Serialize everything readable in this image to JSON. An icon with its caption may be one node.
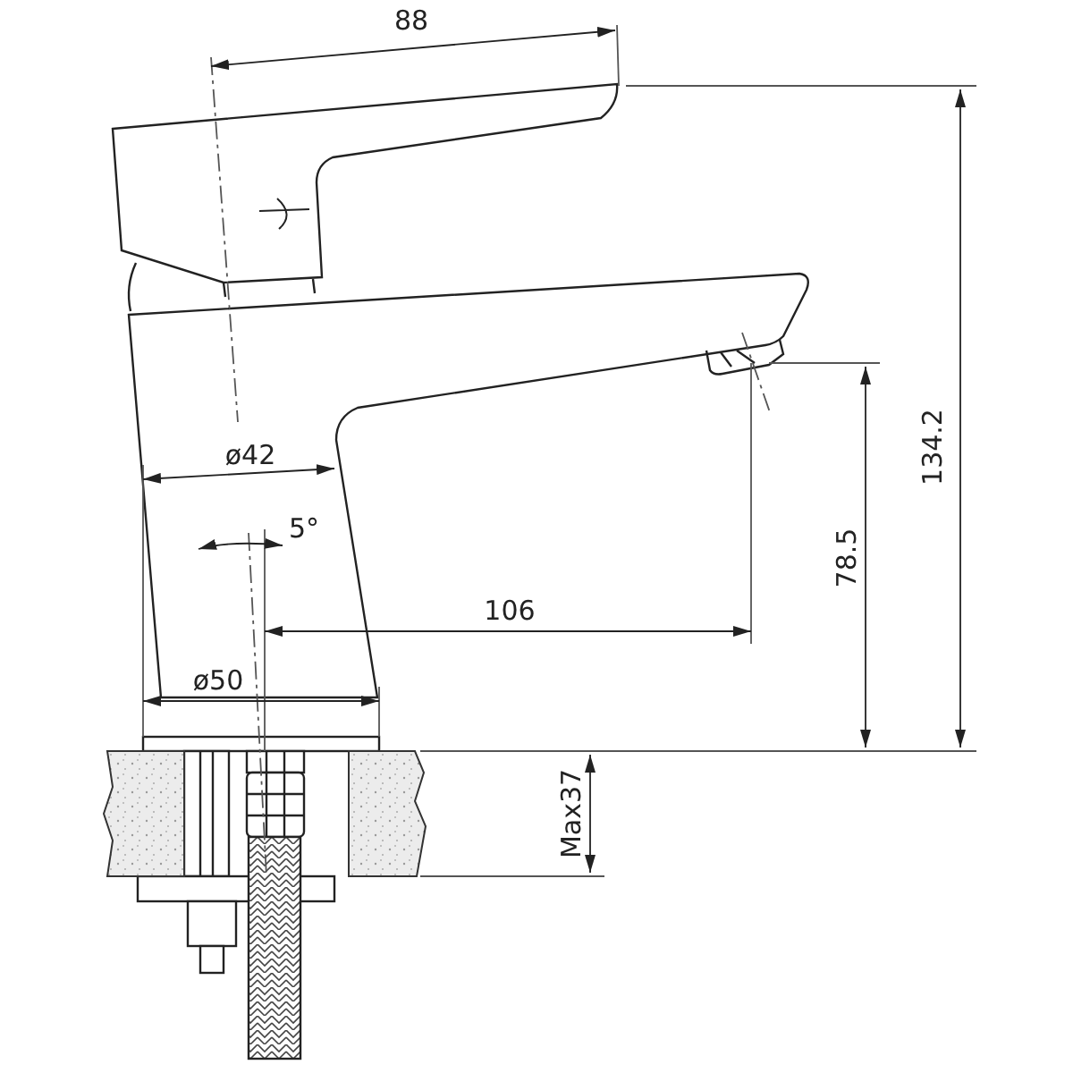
{
  "diagram": {
    "labels": [
      "88",
      "134.2",
      "ø42",
      "5°",
      "78.5",
      "106",
      "ø50",
      "Max37"
    ]
  }
}
